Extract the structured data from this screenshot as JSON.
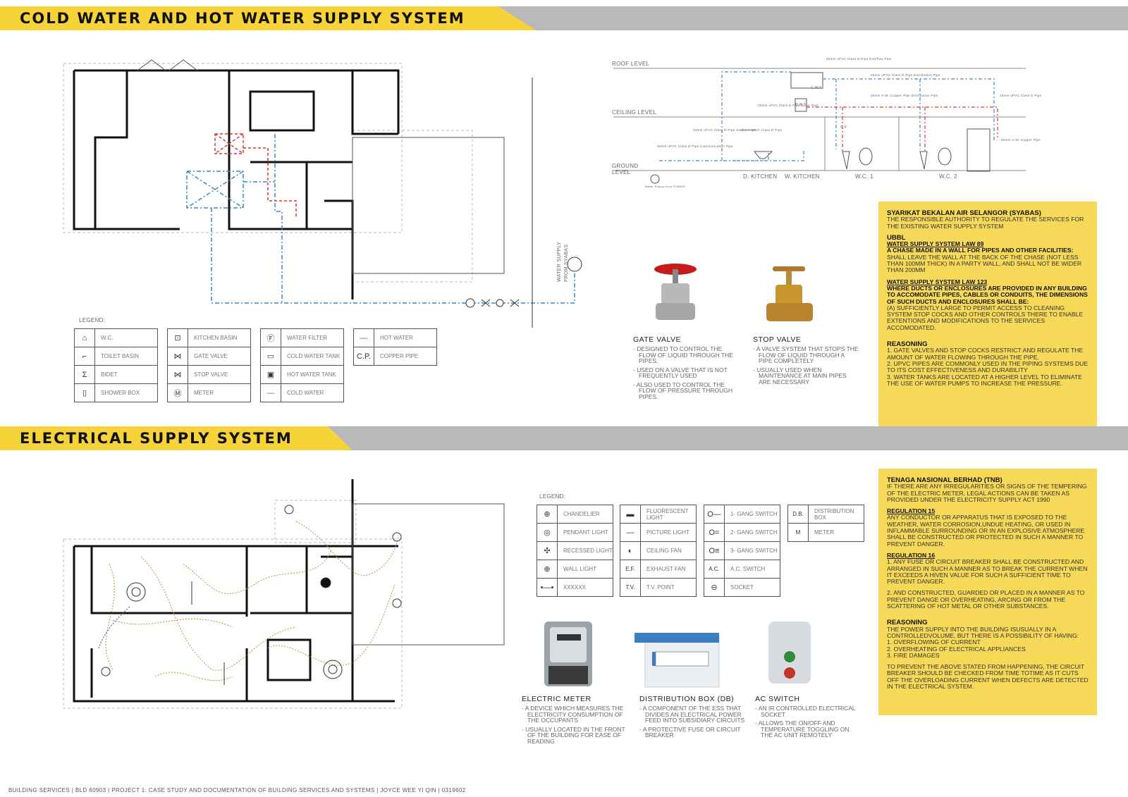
{
  "water": {
    "title": "COLD WATER AND HOT WATER SUPPLY SYSTEM",
    "supply_label_1": "WATER SUPPLY",
    "supply_label_2": "FROM SYABAS",
    "legend_title": "LEGEND:",
    "legend": [
      [
        {
          "sym": "WC",
          "label": "W.C."
        },
        {
          "sym": "KB",
          "label": "KITCHEN BASIN"
        },
        {
          "sym": "F",
          "label": "WATER FILTER"
        },
        {
          "sym": "—",
          "label": "HOT WATER"
        }
      ],
      [
        {
          "sym": "TB",
          "label": "TOILET BASIN"
        },
        {
          "sym": "⋈",
          "label": "GATE VALVE"
        },
        {
          "sym": "▭",
          "label": "COLD WATER TANK"
        },
        {
          "sym": "C.P.",
          "label": "COPPER PIPE"
        }
      ],
      [
        {
          "sym": "B",
          "label": "BIDET"
        },
        {
          "sym": "⋈",
          "label": "STOP VALVE"
        },
        {
          "sym": "HWT",
          "label": "HOT WATER TANK"
        }
      ],
      [
        {
          "sym": "SB",
          "label": "SHOWER BOX"
        },
        {
          "sym": "M",
          "label": "METER"
        },
        {
          "sym": "—",
          "label": "COLD WATER"
        }
      ]
    ],
    "schematic": {
      "roof": "ROOF LEVEL",
      "ceiling": "CEILING LEVEL",
      "ground_1": "GROUND",
      "ground_2": "LEVEL",
      "rooms": [
        "D. KITCHEN",
        "W. KITCHEN",
        "W.C. 1",
        "W.C. 2"
      ],
      "notes": [
        "25mm uPVC Class D Pipe Overflow Pipe",
        "25mm uPVC Class D Pipe Distribution Pipe",
        "25mm H.W. Copper Pipe Distribution Pipe",
        "15mm uPVC Class D Pipe",
        "25mm uPVC Class D Pipe Scour Pipe",
        "25mm uPVC Class D Pipe Service Pipe",
        "15mm uPVC Class D Pipe",
        "30mm uPVC Class D Pipe Communication Pipe",
        "20mm H.W. Copper Pipe",
        "Water Supply from SYABAS"
      ],
      "cwt": "C.W.T.",
      "hwt": "H.W.T.",
      "cp": "C.P."
    },
    "gate_valve": {
      "title": "GATE VALVE",
      "items": [
        "DESIGNED TO CONTROL THE FLOW OF LIQUID THROUGH THE PIPES.",
        "USED ON A VALVE THAT IS NOT FREQUENTLY USED",
        "ALSO USED TO CONTROL THE FLOW OF PRESSURE THROUGH PIPES."
      ]
    },
    "stop_valve": {
      "title": "STOP VALVE",
      "items": [
        "A VALVE SYSTEM THAT STOPS THE FLOW OF LIQUID THROUGH A PIPE COMPLETELY",
        "USUALLY USED WHEN MAINTENANCE AT MAIN PIPES ARE NECESSARY"
      ]
    },
    "note": {
      "h1": "SYARIKAT BEKALAN AIR SELANGOR (SYABAS)",
      "p1": "THE RESPONSIBLE AUTHORITY TO REGULATE THE SERVICES FOR THE EXISTING WATER SUPPLY SYSTEM",
      "h2": "UBBL",
      "law1": "WATER SUPPLY SYSTEM LAW 89",
      "law1_b": "A CHASE MADE IN A WALL FOR PIPES AND OTHER FACILITIES:",
      "law1_t": "SHALL LEAVE THE WALL AT THE BACK OF THE CHASE (NOT LESS THAN 100MM THICK) IN A PARTY WALL, AND SHALL NOT BE WIDER THAN 200MM",
      "law2": "WATER SUPPLY SYSTEM LAW 123",
      "law2_b": "WHERE DUCTS OR ENCLOSURES ARE PROVIDED IN ANY BUILDING TO ACCOMODATE PIPES, CABLES OR CONDUITS, THE DIMENSIONS OF SUCH DUCTS AND ENCLOSURES SHALL BE:",
      "law2_t": "(A) SUFFICIENTLY LARGE TO PERMIT ACCESS TO CLEANING SYSTEM STOP COCKS AND OTHER CONTROLS THERE TO ENABLE EXTENTIONS AND MODIFICATIONS TO THE SERVICES ACCOMODATED.",
      "h3": "REASONING",
      "r": [
        "1.  GATE VALVES AND STOP COCKS RESTRICT AND REGULATE THE AMOUNT OF WATER FLOWING THROUGH THE PIPE.",
        "2.  UPVC PIPES ARE COMMONLY USED IN THE PIPING SYSTEMS DUE TO ITS COST EFFECTIVENESS AND DURABILITY",
        "3.  WATER TANKS ARE LOCATED AT A HIGHER LEVEL TO ELIMINATE THE USE OF WATER PUMPS TO INCREASE THE PRESSURE."
      ]
    }
  },
  "electrical": {
    "title": "ELECTRICAL SUPPLY SYSTEM",
    "legend_title": "LEGEND:",
    "legend": [
      [
        {
          "sym": "⊕",
          "label": "CHANDELIER"
        },
        {
          "sym": "▬",
          "label": "FLUORESCENT LIGHT"
        },
        {
          "sym": "o—",
          "label": "1- GANG SWITCH"
        },
        {
          "sym": "D.B.",
          "label": "DISTRIBUTION BOX"
        }
      ],
      [
        {
          "sym": "◎",
          "label": "PENDANT LIGHT"
        },
        {
          "sym": "—",
          "label": "PICTURE LIGHT"
        },
        {
          "sym": "o=",
          "label": "2- GANG SWITCH"
        },
        {
          "sym": "M",
          "label": "METER"
        }
      ],
      [
        {
          "sym": "✣",
          "label": "RECESSED LIGHT"
        },
        {
          "sym": "◐",
          "label": "CEILING FAN"
        },
        {
          "sym": "o≡",
          "label": "3- GANG SWITCH"
        }
      ],
      [
        {
          "sym": "⊕|",
          "label": "WALL LIGHT"
        },
        {
          "sym": "E.F.",
          "label": "EXHAUST FAN"
        },
        {
          "sym": "A.C.",
          "label": "A.C. SWITCH"
        }
      ],
      [
        {
          "sym": "•—•",
          "label": "XXXXXX"
        },
        {
          "sym": "T.V.",
          "label": "T.V. POINT"
        },
        {
          "sym": "⊖",
          "label": "SOCKET"
        }
      ]
    ],
    "meter": {
      "title": "ELECTRIC METER",
      "items": [
        "A DEVICE WHICH MEASURES THE ELECTRICITY CONSUMPTION OF THE OCCUPANTS",
        "USUALLY LOCATED IN THE FRONT OF THE BUILDING FOR EASE OF READING"
      ]
    },
    "db": {
      "title": "DISTRIBUTION BOX (DB)",
      "items": [
        "A COMPONENT OF THE ESS THAT DIVIDES AN ELECTRICAL POWER FEED INTO SUBSIDIARY CIRCUITS",
        "A PROTECTIVE FUSE OR CIRCUIT BREAKER"
      ]
    },
    "ac": {
      "title": "AC SWITCH",
      "items": [
        "AN IR CONTROLLED ELECTRICAL SOCKET",
        "ALLOWS THE ON/OFF AND TEMPERATURE TOGGLING ON THE AC UNIT REMOTELY"
      ]
    },
    "note": {
      "h1": "TENAGA NASIONAL BERHAD (TNB)",
      "p1": "IF THERE ARE ANY IRREGULARITIES OR SIGNS OF THE TEMPERING OF THE ELECTRIC METER, LEGAL ACTIONS CAN BE TAKEN AS PROVIDED UNDER THE ELECTRICITY SUPPLY ACT 1990",
      "reg1": "REGULATION 15",
      "reg1_t": "ANY CONDUCTOR OR APPARATUS THAT IS EXPOSED TO THE WEATHER, WATER CORROSION,UNDUE HEATING, OR USED IN INFLAMMABLE SURROUNDING OR IN AN EXPLOSIVE ATMOSPHERE SHALL BE CONSTRUCTED OR PROTECTED IN SUCH A MANNER TO PREVENT DANGER.",
      "reg2": "REGULATION 16",
      "reg2_t1": "1.  ANY FUSE OR CIRCUIT BREAKER SHALL BE CONSTRUCTED AND ARRANGED IN SUCH A MANNER AS TO BREAK THE CURRENT WHEN IT EXCEEDS A HIVEN VALUE FOR SUCH A SUFFICIENT TIME TO PREVENT DANGER.",
      "reg2_t2": "2.  AND CONSTRUCTED, GUARDED OR PLACED IN A MANNER AS TO PREVENT DANGE OR OVERHEATING, ARCING OR FROM THE SCATTERING OF HOT METAL OR OTHER SUBSTANCES.",
      "h3": "REASONING",
      "r0": "THE POWER SUPPLY INTO THE BUILDING ISUSUALLY IN A CONTROLLEDVOLUME, BUT THERE IS A POSSIBILITY OF HAVING:",
      "r": [
        "1.  OVERFLOWING OF CURRENT",
        "2.  OVERHEATING OF ELECTRICAL APPLIANCES",
        "3.  FIRE DAMAGES"
      ],
      "r_end": "TO PREVENT THE ABOVE STATED FROM HAPPENING, THE CIRCUIT BREAKER SHOULD BE CHECKED FROM TIME TOTIME AS IT CUTS OFF THE OVERLOADING CURRENT WHEN DEFECTS ARE DETECTED IN THE ELECTRICAL SYSTEM."
    }
  },
  "footer": "BUILDING SERVICES | BLD 60903 | PROJECT 1: CASE STUDY AND DOCUMENTATION OF BUILDING SERVICES AND SYSTEMS | JOYCE WEE YI QIN | 0319602",
  "colors": {
    "accent": "#f7d33a",
    "band": "#b9b9b9",
    "note": "#f7d95a",
    "hot": "#d33",
    "cold": "#3a86c8",
    "wire": "#c88a3a"
  }
}
